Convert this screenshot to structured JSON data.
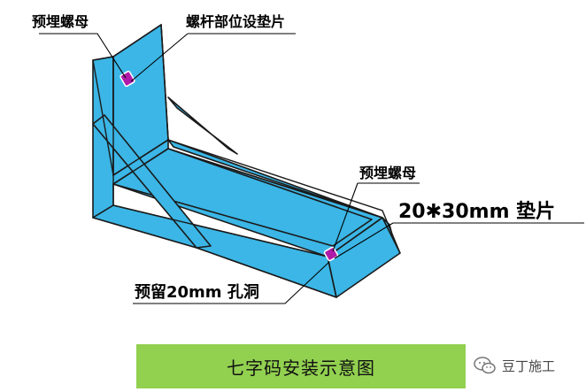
{
  "labels": {
    "nut_top": "预埋螺母",
    "shim_at_bolt": "螺杆部位设垫片",
    "nut_right": "预埋螺母",
    "shim_size": "20✱30mm 垫片",
    "hole": "预留20mm 孔洞"
  },
  "caption": "七字码安装示意图",
  "watermark": "豆丁施工",
  "colors": {
    "steel": "#3bb6e6",
    "caption_bg": "#92d050",
    "nut": "#b01aa8"
  }
}
